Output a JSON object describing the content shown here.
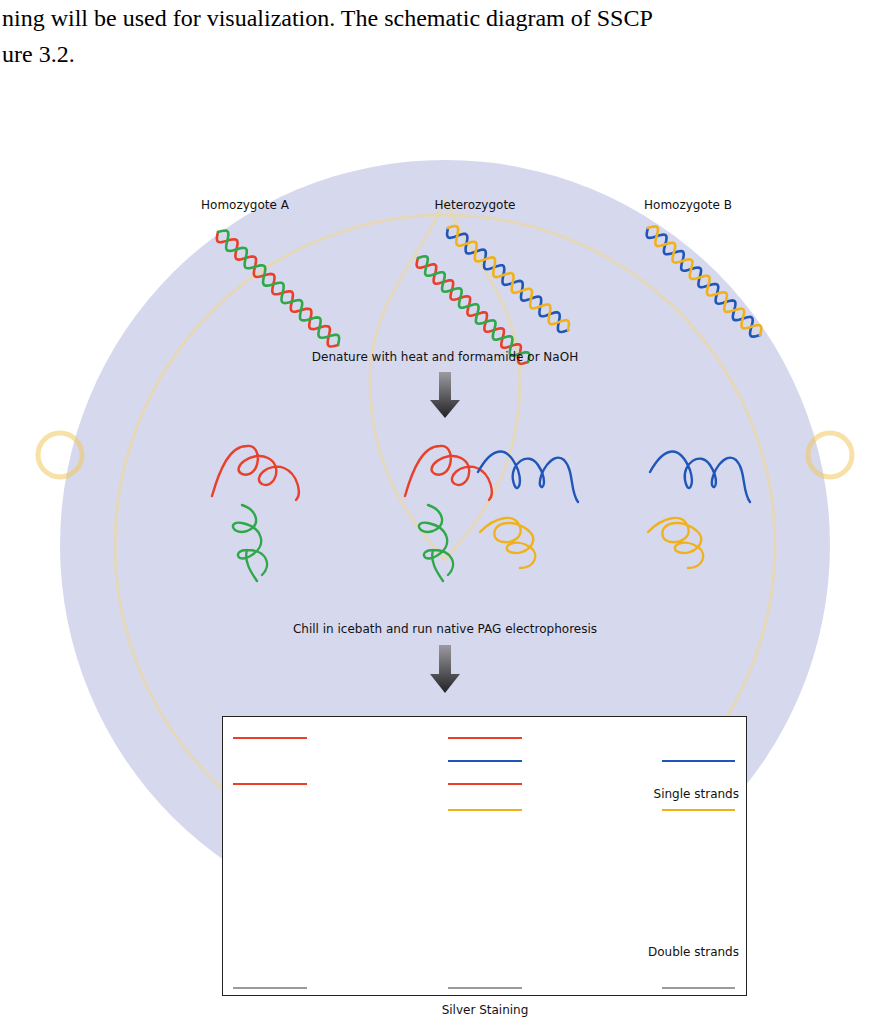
{
  "diagram": {
    "nodes": [
      {
        "text": [
          "Single strands",
          "Double strands",
          "Silver Staining"
        ]
      }
    ],
    "labels": [
      "ning will be used for visualization. The schematic diagram of SSCP",
      "ure 3.2.",
      "Homozygote A",
      "Heterozygote",
      "Homozygote B",
      "Denature with heat and formamide or NaOH",
      "Chill in icebath and run native PAG electrophoresis"
    ]
  }
}
